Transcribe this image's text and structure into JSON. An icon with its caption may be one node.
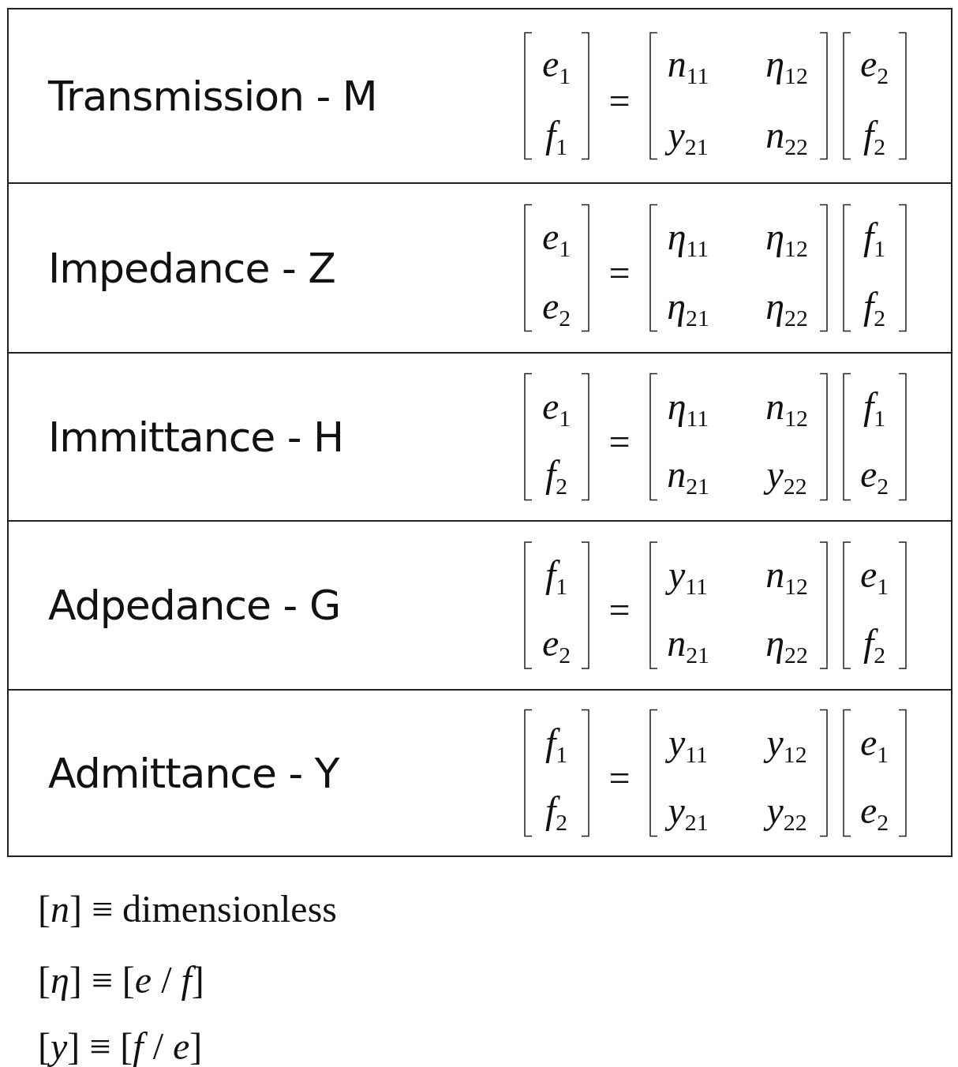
{
  "diagram": {
    "nodes": [
      {
        "text": [
          "Transmission - M",
          "*e*$_{1}$",
          "*f*$_{1}$",
          "=",
          "*n*$_{11}$",
          "*η*$_{12}$",
          "*y*$_{21}$",
          "*n*$_{22}$",
          "*e*$_{2}$",
          "*f*$_{2}$"
        ]
      },
      {
        "text": [
          "Impedance - Z",
          "*e*$_{1}$",
          "*e*$_{2}$",
          "=",
          "*η*$_{11}$",
          "*η*$_{12}$",
          "*η*$_{21}$",
          "*η*$_{22}$",
          "*f*$_{1}$",
          "*f*$_{2}$"
        ]
      },
      {
        "text": [
          "Immittance - H",
          "*e*$_{1}$",
          "*f*$_{2}$",
          "=",
          "*η*$_{11}$",
          "*n*$_{12}$",
          "*n*$_{21}$",
          "*y*$_{22}$",
          "*f*$_{1}$",
          "*e*$_{2}$"
        ]
      },
      {
        "text": [
          "Adpedance - G",
          "*f*$_{1}$",
          "*e*$_{2}$",
          "=",
          "*y*$_{11}$",
          "*n*$_{12}$",
          "*n*$_{21}$",
          "*η*$_{22}$",
          "*e*$_{1}$",
          "*f*$_{2}$"
        ]
      },
      {
        "text": [
          "Admittance - Y",
          "*f*$_{1}$",
          "*f*$_{2}$",
          "=",
          "*y*$_{11}$",
          "*y*$_{12}$",
          "*y*$_{21}$",
          "*y*$_{22}$",
          "*e*$_{1}$",
          "*e*$_{2}$"
        ]
      }
    ],
    "labels": [
      "[*n*] ≡ dimensionless",
      "[*η*] ≡ [*e* / *f*]",
      "[*y*] ≡ [*f* / *e*]"
    ]
  }
}
